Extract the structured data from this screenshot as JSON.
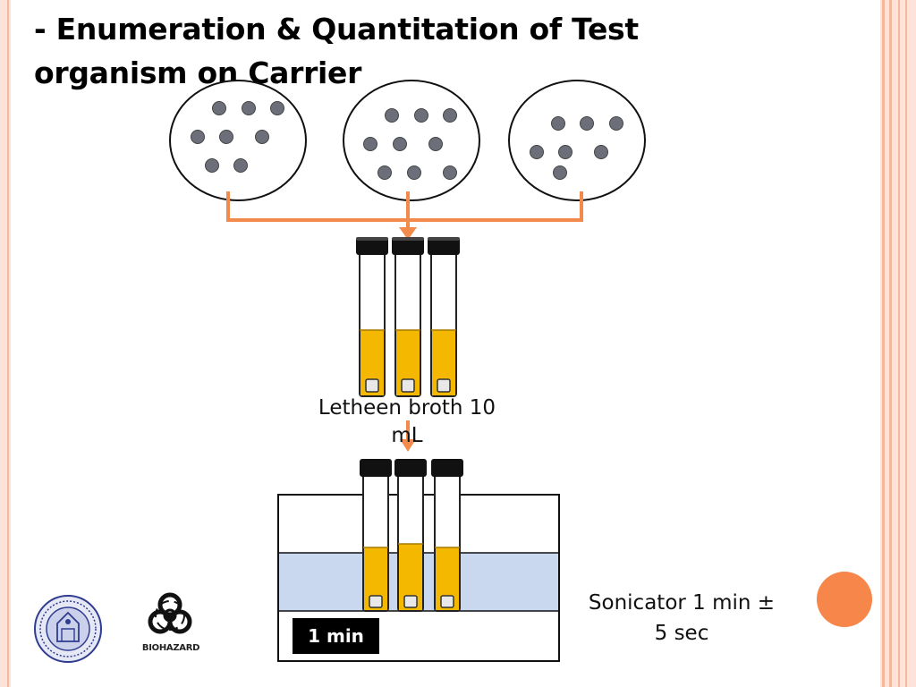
{
  "slide": {
    "title_line1": "- Enumeration & Quantitation of Test",
    "title_line2": "organism on Carrier"
  },
  "labels": {
    "broth_line1": "Letheen broth 10",
    "broth_line2": "mL",
    "sonicator_line1": "Sonicator 1 min ±",
    "sonicator_line2": "5 sec",
    "duration": "1 min",
    "biohazard": "BIOHAZARD"
  },
  "icons": {
    "seal": "university-seal-icon",
    "biohazard": "biohazard-icon"
  },
  "colors": {
    "arrow": "#f28a4c",
    "broth": "#f5b800",
    "bath_water": "#c9d7ef",
    "side_stripe": "#f6b89c",
    "accent_circle": "#f7864a"
  }
}
